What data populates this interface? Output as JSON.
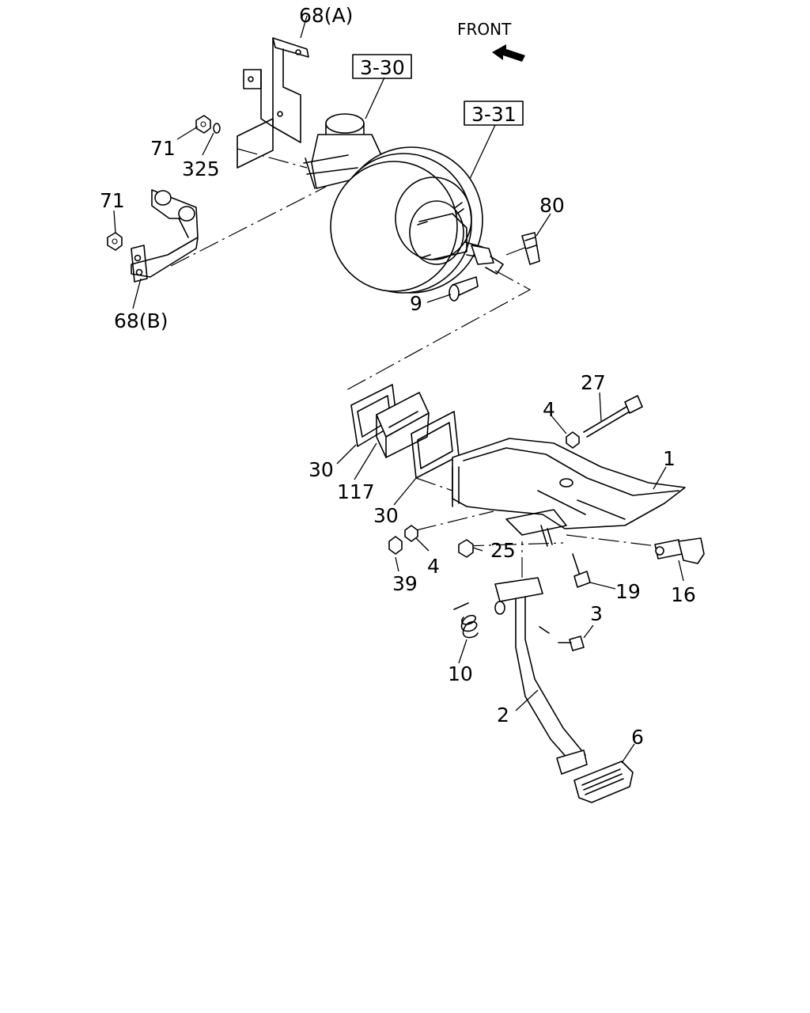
{
  "direction_label": "FRONT",
  "callouts": {
    "ref_3_30": "3-30",
    "ref_3_31": "3-31",
    "p68a": "68(A)",
    "p68b": "68(B)",
    "p71_top": "71",
    "p71_left": "71",
    "p325": "325",
    "p80": "80",
    "p9": "9",
    "p27": "27",
    "p4_top": "4",
    "p1": "1",
    "p30_a": "30",
    "p117": "117",
    "p30_b": "30",
    "p25": "25",
    "p4_bottom": "4",
    "p39": "39",
    "p19": "19",
    "p16": "16",
    "p3": "3",
    "p10": "10",
    "p2": "2",
    "p6": "6"
  }
}
